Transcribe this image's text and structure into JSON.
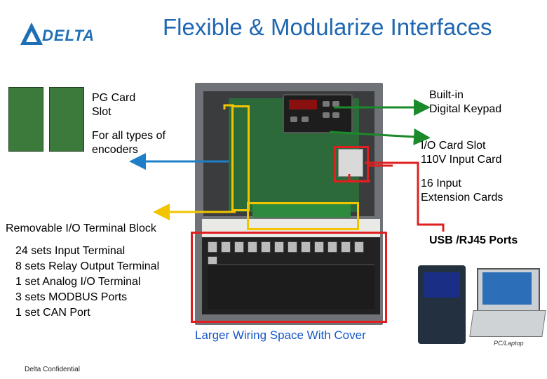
{
  "slide": {
    "title": "Flexible & Modularize Interfaces",
    "logo_text": "DELTA",
    "footer": "Delta Confidential",
    "bottom_caption": "Larger Wiring Space With Cover"
  },
  "callouts": {
    "pg_card": "PG Card\nSlot",
    "encoders": "For all types of\nencoders",
    "keypad": "Built-in\nDigital Keypad",
    "io_card": "I/O Card Slot\n110V Input Card",
    "input_ext": "16 Input\nExtension Cards",
    "usb": "USB /RJ45 Ports",
    "removable": "Removable I/O Terminal Block",
    "terminals": "24 sets Input Terminal\n8 sets Relay Output Terminal\n1 set Analog I/O Terminal\n3 sets MODBUS Ports\n1 set CAN Port"
  },
  "devices": {
    "laptop_label": "PC/Laptop"
  },
  "colors": {
    "title": "#1f67b1",
    "arrow_green": "#1a8a2a",
    "arrow_blue": "#1e7fc8",
    "arrow_red": "#e02020",
    "arrow_yellow": "#f2c400"
  }
}
